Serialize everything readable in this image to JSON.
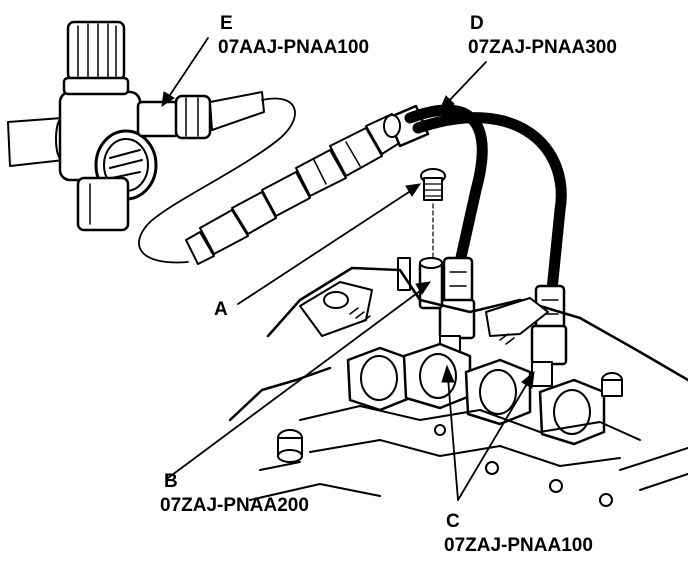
{
  "callouts": {
    "a": {
      "letter": "A"
    },
    "b": {
      "letter": "B",
      "part": "07ZAJ-PNAA200"
    },
    "c": {
      "letter": "C",
      "part": "07ZAJ-PNAA100"
    },
    "d": {
      "letter": "D",
      "part": "07ZAJ-PNAA300"
    },
    "e": {
      "letter": "E",
      "part": "07AAJ-PNAA100"
    }
  },
  "colors": {
    "ink": "#000000",
    "paper": "#ffffff"
  }
}
